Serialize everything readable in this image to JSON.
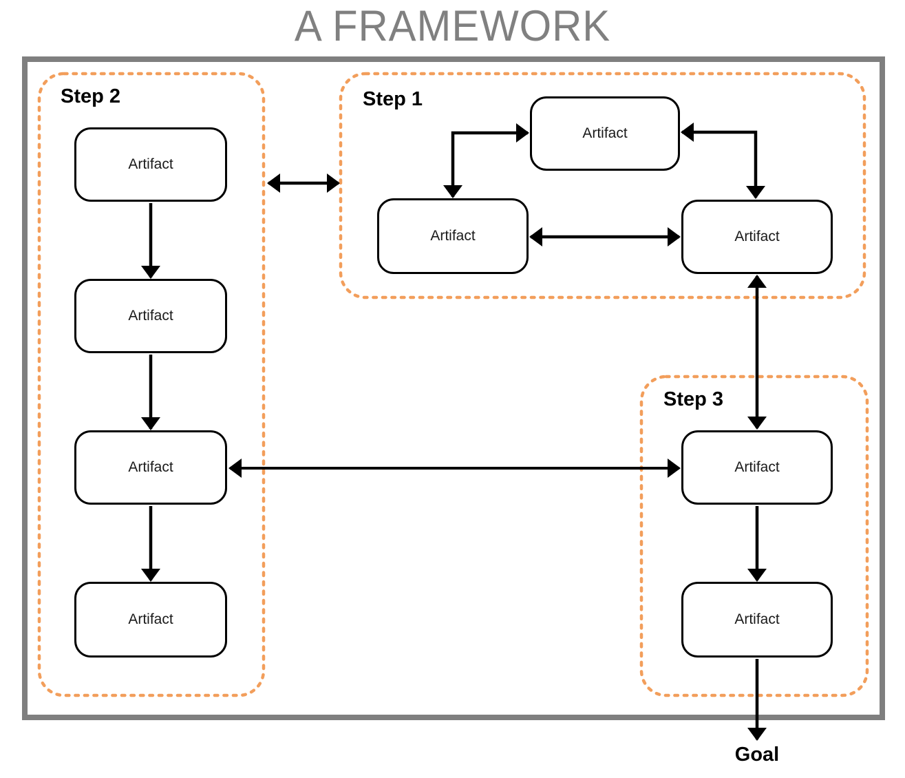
{
  "title": "A FRAMEWORK",
  "goal_label": "Goal",
  "colors": {
    "step_outline_orange": "#F29E5B",
    "frame_gray": "#7F7F7F",
    "title_gray": "#808080",
    "box_border_black": "#000000",
    "background": "#FFFFFF"
  },
  "steps": [
    {
      "label": "Step 1",
      "artifacts": [
        "Artifact",
        "Artifact",
        "Artifact"
      ]
    },
    {
      "label": "Step 2",
      "artifacts": [
        "Artifact",
        "Artifact",
        "Artifact",
        "Artifact"
      ]
    },
    {
      "label": "Step 3",
      "artifacts": [
        "Artifact",
        "Artifact"
      ]
    }
  ],
  "connections": [
    {
      "from": "step-2-group",
      "to": "step-1-group",
      "bidirectional": true
    },
    {
      "from": "step-2-artifact-1",
      "to": "step-2-artifact-2",
      "bidirectional": false
    },
    {
      "from": "step-2-artifact-2",
      "to": "step-2-artifact-3",
      "bidirectional": false
    },
    {
      "from": "step-2-artifact-3",
      "to": "step-2-artifact-4",
      "bidirectional": false
    },
    {
      "from": "step-1-artifact-2",
      "to": "step-1-artifact-1",
      "bidirectional": true
    },
    {
      "from": "step-1-artifact-1",
      "to": "step-1-artifact-3",
      "bidirectional": true
    },
    {
      "from": "step-1-artifact-2",
      "to": "step-1-artifact-3",
      "bidirectional": true
    },
    {
      "from": "step-1-artifact-3",
      "to": "step-3-artifact-1",
      "bidirectional": true
    },
    {
      "from": "step-2-artifact-3",
      "to": "step-3-artifact-1",
      "bidirectional": true
    },
    {
      "from": "step-3-artifact-1",
      "to": "step-3-artifact-2",
      "bidirectional": false
    },
    {
      "from": "step-3-artifact-2",
      "to": "goal",
      "bidirectional": false
    }
  ]
}
